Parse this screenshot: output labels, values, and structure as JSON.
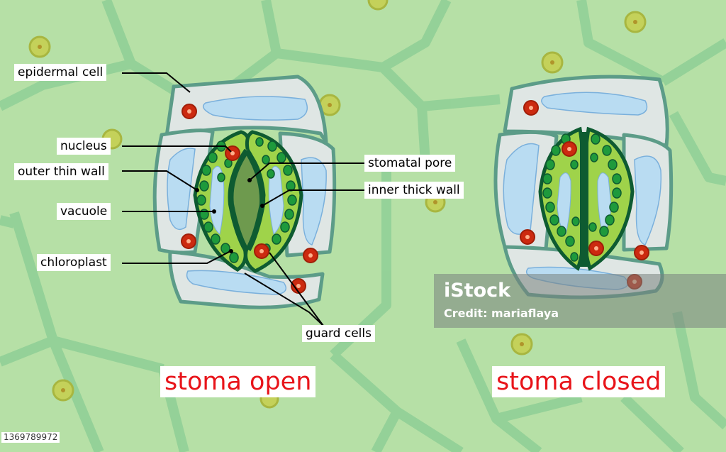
{
  "labels": {
    "epidermal_cell": "epidermal cell",
    "nucleus": "nucleus",
    "outer_thin_wall": "outer thin wall",
    "vacuole": "vacuole",
    "chloroplast": "chloroplast",
    "stomatal_pore": "stomatal pore",
    "inner_thick_wall": "inner thick wall",
    "guard_cells": "guard cells"
  },
  "titles": {
    "open": "stoma open",
    "closed": "stoma closed"
  },
  "watermark": {
    "brand": "iStock",
    "credit": "Credit: mariaflaya"
  },
  "image_id": "1369789972",
  "colors": {
    "background": "#b6e0a6",
    "cell_wall": "#5c9c88",
    "cell_fill": "#dfe6e4",
    "vacuole": "#b9dcf2",
    "guard_cell": "#9fd34a",
    "inner_wall": "#0e5b31",
    "chloroplast": "#1e9a3c",
    "nucleus": "#cc2a10",
    "title_text": "#e8141a"
  }
}
